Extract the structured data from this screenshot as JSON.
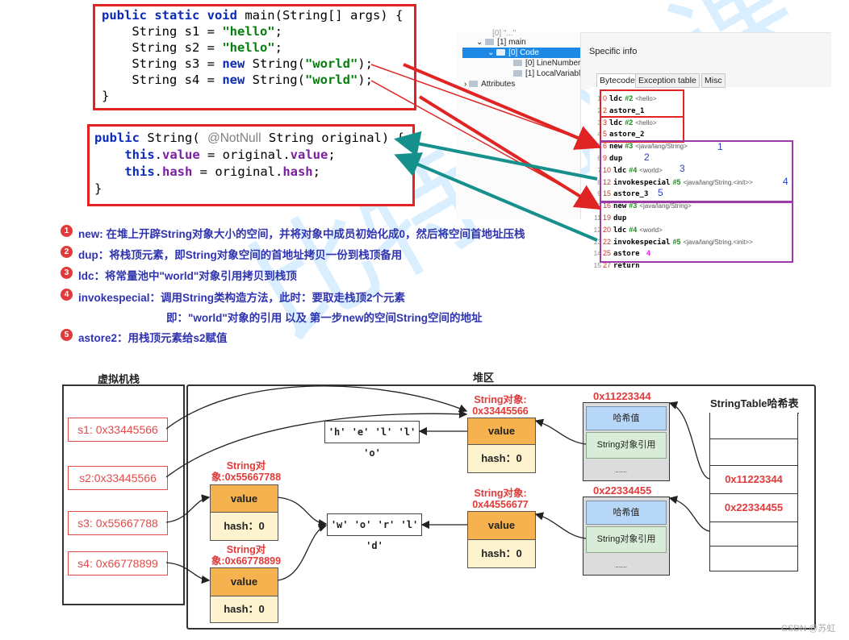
{
  "code_main": {
    "line1_kw": "public static void",
    "line1_rest": " main(String[] args) {",
    "s1_decl": "    String s1 = ",
    "s1_val": "\"hello\"",
    "s2_decl": "    String s2 = ",
    "s2_val": "\"hello\"",
    "s3_decl": "    String s3 = ",
    "s3_new": "new",
    "s3_ctor": " String(",
    "s3_val": "\"world\"",
    "s4_decl": "    String s4 = ",
    "s4_new": "new",
    "s4_ctor": " String(",
    "s4_val": "\"world\"",
    "end_paren": ");",
    "close": "}"
  },
  "code_ctor": {
    "kw_public": "public",
    "sig_start": " String( ",
    "annotation": "@NotNull",
    "sig_end": " String original) {",
    "this1": "    this",
    "dot": ".",
    "value": "value",
    "assign": " = original.",
    "end": ";",
    "this2": "    this",
    "hash": "hash",
    "close": "}"
  },
  "ide": {
    "tree_top": "[0] \"...\"",
    "tree_main": "[1] main",
    "tree_code": "[0] Code",
    "tree_lnt": "[0] LineNumber",
    "tree_lvt": "[1] LocalVariabl",
    "tree_attr": "Attributes",
    "specific_info": "Specific info",
    "tabs": [
      "Bytecode",
      "Exception table",
      "Misc"
    ],
    "bytecode": [
      {
        "ln": "1",
        "off": "0",
        "ins": "ldc",
        "ref": "#2",
        "cmt": "<hello>"
      },
      {
        "ln": "2",
        "off": "2",
        "ins": "astore_1",
        "ref": "",
        "cmt": ""
      },
      {
        "ln": "3",
        "off": "3",
        "ins": "ldc",
        "ref": "#2",
        "cmt": "<hello>"
      },
      {
        "ln": "4",
        "off": "5",
        "ins": "astore_2",
        "ref": "",
        "cmt": ""
      },
      {
        "ln": "5",
        "off": "6",
        "ins": "new",
        "ref": "#3",
        "cmt": "<java/lang/String>"
      },
      {
        "ln": "6",
        "off": "9",
        "ins": "dup",
        "ref": "",
        "cmt": ""
      },
      {
        "ln": "7",
        "off": "10",
        "ins": "ldc",
        "ref": "#4",
        "cmt": "<world>"
      },
      {
        "ln": "8",
        "off": "12",
        "ins": "invokespecial",
        "ref": "#5",
        "cmt": "<java/lang/String.<init>>"
      },
      {
        "ln": "9",
        "off": "15",
        "ins": "astore_3",
        "ref": "",
        "cmt": ""
      },
      {
        "ln": "10",
        "off": "16",
        "ins": "new",
        "ref": "#3",
        "cmt": "<java/lang/String>"
      },
      {
        "ln": "11",
        "off": "19",
        "ins": "dup",
        "ref": "",
        "cmt": ""
      },
      {
        "ln": "12",
        "off": "20",
        "ins": "ldc",
        "ref": "#4",
        "cmt": "<world>"
      },
      {
        "ln": "13",
        "off": "22",
        "ins": "invokespecial",
        "ref": "#5",
        "cmt": "<java/lang/String.<init>>"
      },
      {
        "ln": "14",
        "off": "25",
        "ins": "astore",
        "ref": "",
        "cmt": ""
      },
      {
        "ln": "15",
        "off": "27",
        "ins": "return",
        "ref": "",
        "cmt": ""
      }
    ],
    "astore_4_arg": "4",
    "step_numbers": [
      "1",
      "2",
      "3",
      "4",
      "5"
    ]
  },
  "notes": [
    {
      "badge": "1",
      "text": "new: 在堆上开辟String对象大小的空间，并将对象中成员初始化成0，然后将空间首地址压栈"
    },
    {
      "badge": "2",
      "text": "dup：将栈顶元素，即String对象空间的首地址拷贝一份到栈顶备用"
    },
    {
      "badge": "3",
      "text": "ldc：将常量池中\"world\"对象引用拷贝到栈顶"
    },
    {
      "badge": "4",
      "text": "invokespecial：调用String类构造方法，此时：要取走栈顶2个元素"
    },
    {
      "badge": "",
      "text": "即：\"world\"对象的引用 以及 第一步new的空间String空间的地址"
    },
    {
      "badge": "5",
      "text": "astore2：用栈顶元素给s2赋值"
    }
  ],
  "memory": {
    "stack_title": "虚拟机栈",
    "heap_title": "堆区",
    "stringtable_title": "StringTable哈希表",
    "stack_vars": [
      "s1: 0x33445566",
      "s2:0x33445566",
      "s3: 0x55667788",
      "s4: 0x66778899"
    ],
    "objects": [
      {
        "title": "String对象:\n0x33445566",
        "value": "value",
        "hash": "hash：0"
      },
      {
        "title": "String对\n象:0x55667788",
        "value": "value",
        "hash": "hash：0"
      },
      {
        "title": "String对象:\n0x44556677",
        "value": "value",
        "hash": "hash：0"
      },
      {
        "title": "String对\n象:0x66778899",
        "value": "value",
        "hash": "hash：0"
      }
    ],
    "char_hello": "'h' 'e' 'l' 'l' 'o'",
    "char_world": "'w' 'o' 'r' 'l' 'd'",
    "entries": [
      {
        "addr": "0x11223344",
        "hash": "哈希值",
        "ref": "String对象引用",
        "dots": "......"
      },
      {
        "addr": "0x22334455",
        "hash": "哈希值",
        "ref": "String对象引用",
        "dots": "......"
      }
    ],
    "table_cells": [
      "",
      "",
      "0x11223344",
      "0x22334455",
      ""
    ]
  },
  "watermark": "比特就业课",
  "footer": "CSDN @苏虹"
}
